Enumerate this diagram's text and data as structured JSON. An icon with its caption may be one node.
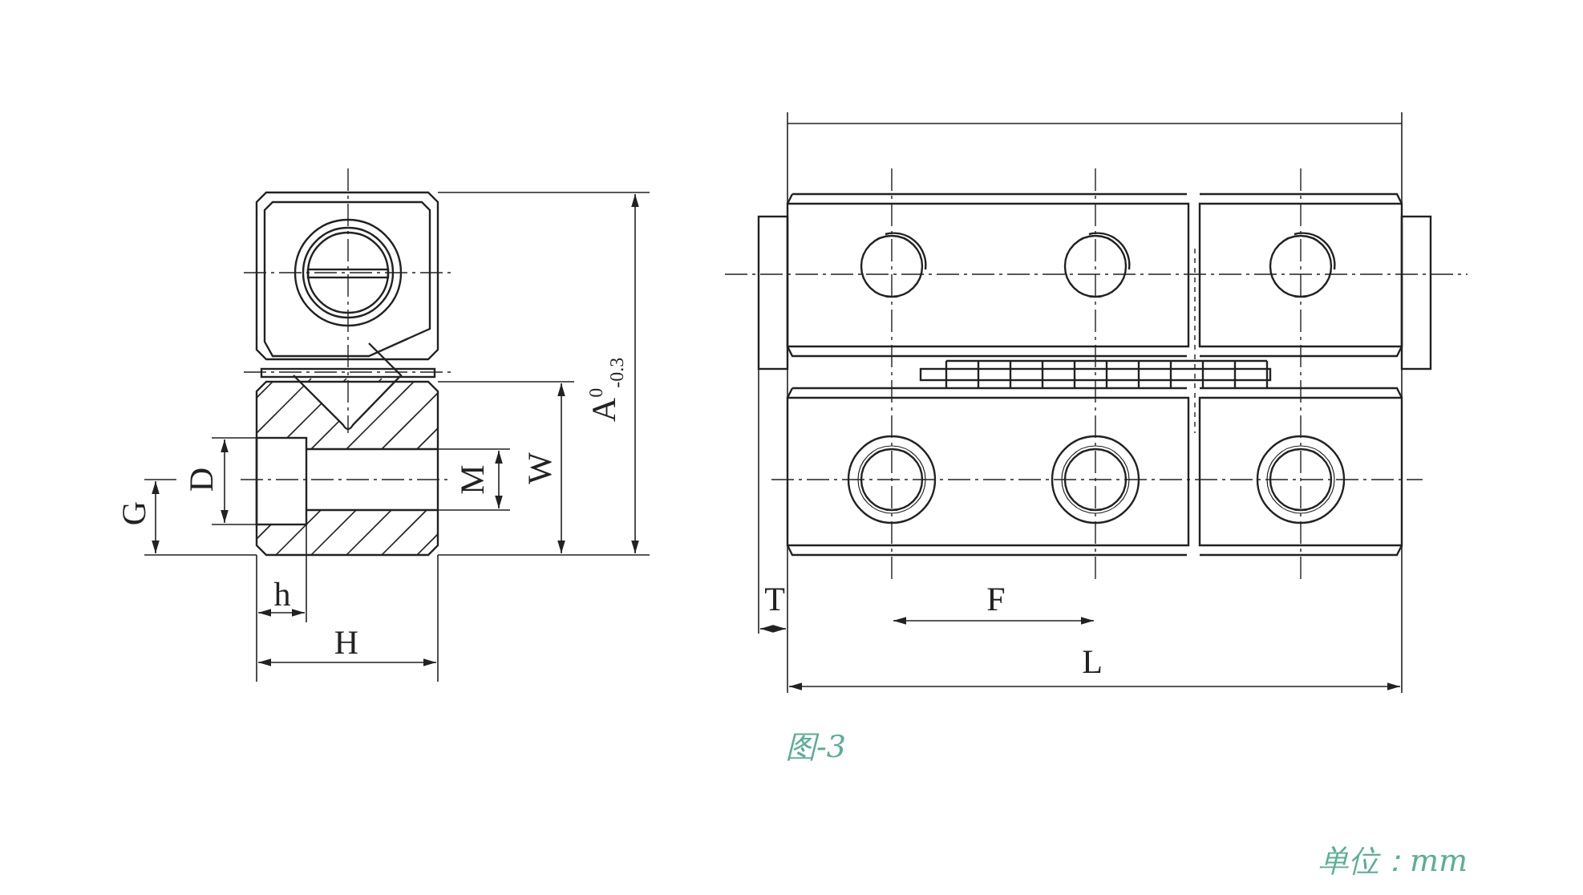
{
  "diagram": {
    "caption": "图-3",
    "labels": [
      "G",
      "D",
      "M",
      "W",
      "A$^{0}$$_{-0.3}$",
      "h",
      "H",
      "T",
      "F",
      "L",
      "单位：mm"
    ]
  }
}
